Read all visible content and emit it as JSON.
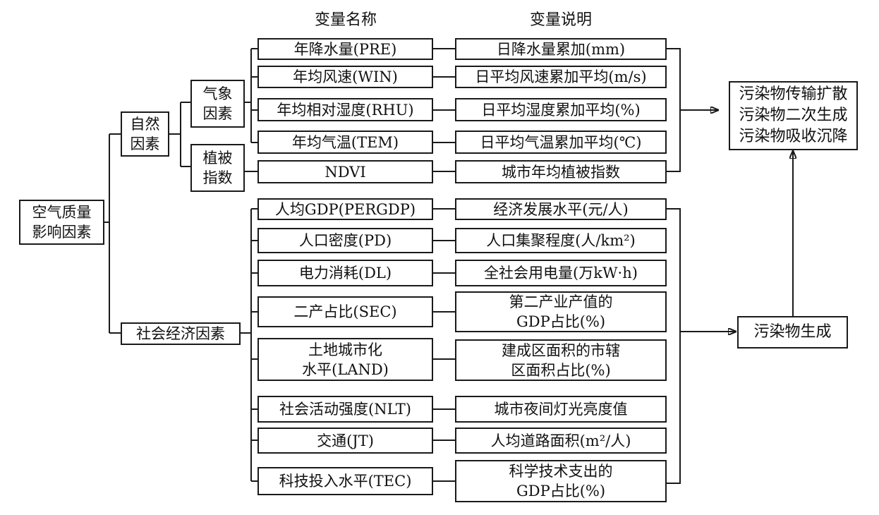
{
  "headers": {
    "variable_name": "变量名称",
    "variable_desc": "变量说明"
  },
  "root": "空气质量\n影响因素",
  "natural": "自然\n因素",
  "socio": "社会经济因素",
  "meteo": "气象\n因素",
  "veg": "植被\n指数",
  "meteo_vars": [
    {
      "name": "年降水量(PRE)",
      "desc": "日降水量累加(mm)"
    },
    {
      "name": "年均风速(WIN)",
      "desc": "日平均风速累加平均(m/s)"
    },
    {
      "name": "年均相对湿度(RHU)",
      "desc": "日平均湿度累加平均(%)"
    },
    {
      "name": "年均气温(TEM)",
      "desc": "日平均气温累加平均(℃)"
    }
  ],
  "veg_var": {
    "name": "NDVI",
    "desc": "城市年均植被指数"
  },
  "socio_vars": [
    {
      "name": "人均GDP(PERGDP)",
      "desc": "经济发展水平(元/人)"
    },
    {
      "name": "人口密度(PD)",
      "desc": "人口集聚程度(人/km²)"
    },
    {
      "name": "电力消耗(DL)",
      "desc": "全社会用电量(万kW·h)"
    },
    {
      "name": "二产占比(SEC)",
      "desc": "第二产业产值的\nGDP占比(%)"
    },
    {
      "name": "土地城市化\n水平(LAND)",
      "desc": "建成区面积的市辖\n区面积占比(%)"
    },
    {
      "name": "社会活动强度(NLT)",
      "desc": "城市夜间灯光亮度值"
    },
    {
      "name": "交通(JT)",
      "desc": "人均道路面积(m²/人)"
    },
    {
      "name": "科技投入水平(TEC)",
      "desc": "科学技术支出的\nGDP占比(%)"
    }
  ],
  "outcome_top": "污染物传输扩散\n污染物二次生成\n污染物吸收沉降",
  "outcome_bottom": "污染物生成"
}
